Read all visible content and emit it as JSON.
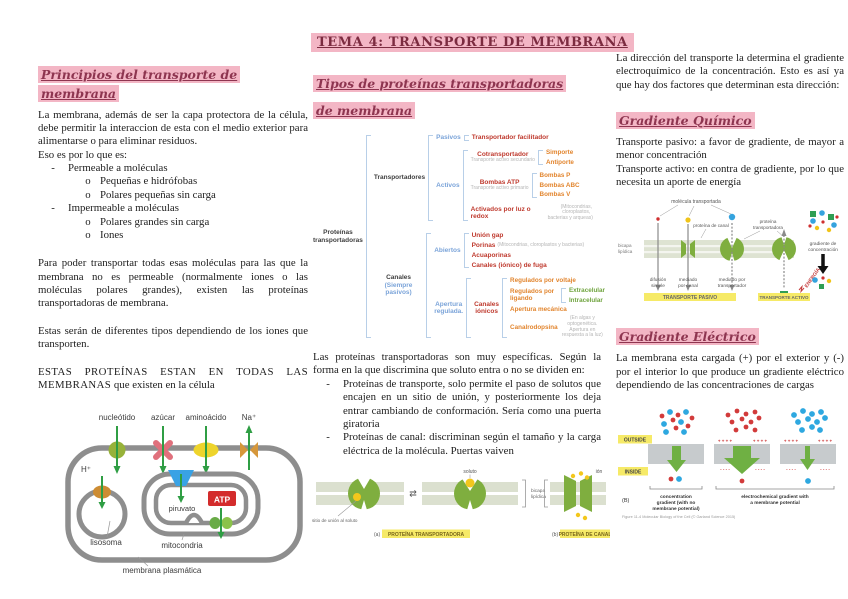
{
  "title": "TEMA 4: TRANSPORTE DE MEMBRANA",
  "left": {
    "heading": "Principios del transporte de membrana",
    "p1": "La membrana, además de ser la capa protectora de la célula, debe permitir la interaccion de esta con el medio exterior para alimentarse o para eliminar residuos.",
    "p1b": "Eso es por lo que es:",
    "b1": "Permeable a moléculas",
    "b1a": "Pequeñas e hidrófobas",
    "b1b": "Polares pequeñas sin carga",
    "b2": "Impermeable a moléculas",
    "b2a": "Polares grandes sin carga",
    "b2b": "Iones",
    "p2": "Para poder transportar todas esas moléculas para las que la membrana no es permeable (normalmente iones o las moléculas polares grandes), existen las proteínas transportadoras de membrana.",
    "p3": "Estas serán de diferentes tipos dependiendo de los iones que transporten.",
    "p4caps": "ESTAS PROTEÍNAS ESTAN EN TODAS LAS MEMBRANAS",
    "p4rest": " que existen en la célula",
    "cell": {
      "nucleotido": "nucleótido",
      "azucar": "azúcar",
      "aminoacido": "aminoácido",
      "na": "Na⁺",
      "h": "H⁺",
      "piruvato": "piruvato",
      "atp": "ATP",
      "lisosoma": "lisosoma",
      "mitocondria": "mitocondria",
      "membrana": "membrana plasmática"
    }
  },
  "middle": {
    "heading": "Tipos de proteínas transportadoras de membrana",
    "tree": {
      "root1": "Proteínas",
      "root2": "transportadoras",
      "transportadores": "Transportadores",
      "pasivos": "Pasivos",
      "facilitador": "Transportador facilitador",
      "activos": "Activos",
      "cotransportador": "Cotransportador",
      "cotrans_note": "Transporte activo secundario",
      "simporte": "Simporte",
      "antiporte": "Antiporte",
      "bombas": "Bombas ATP",
      "bombas_note": "Transporte activo primario",
      "bombas_p": "Bombas P",
      "bombas_abc": "Bombas ABC",
      "bombas_v": "Bombas V",
      "luz": "Activados por luz o redox",
      "luz_note1": "(Mitocondrias, cloroplastos,",
      "luz_note2": "bacterias y arqueas)",
      "canales": "Canales",
      "canales_sub": "(Siempre pasivos)",
      "abiertos": "Abiertos",
      "union_gap": "Unión gap",
      "porinas": "Porinas",
      "porinas_note": "(Mitocondrias, cloroplastos y bacterias)",
      "acuaporinas": "Acuaporinas",
      "fuga": "Canales (iónico) de fuga",
      "regulada1": "Apertura",
      "regulada2": "regulada.",
      "ionicos1": "Canales",
      "ionicos2": "iónicos",
      "voltaje": "Regulados por voltaje",
      "ligando": "Regulados por ligando",
      "extracelular": "Extracelular",
      "intracelular": "Intracelular",
      "mecanica": "Apertura mecánica",
      "canalrodopsina": "Canalrodopsina",
      "canal_note1": "(En algas y optogenética.",
      "canal_note2": "Apertura en respuesta a la luz)"
    },
    "p1": "Las proteínas transportadoras son muy específicas. Según la forma en la que discrimina que soluto entra o no se dividen en:",
    "b1": "Proteínas de transporte, solo permite el paso de solutos que encajen en un sitio de unión, y posteriormente los deja entrar cambiando de conformación. Sería como una puerta giratoria",
    "b2": "Proteínas de canal: discriminan según el tamaño y la carga eléctrica de la molécula. Puertas vaiven",
    "diagram": {
      "soluto": "soluto",
      "ion": "ión",
      "sitio": "sitio de unión al soluto",
      "bicapa1": "bicapa",
      "bicapa2": "lipídica",
      "arrows": "⇄",
      "a": "(a)",
      "prot_transportadora": "PROTEÍNA TRANSPORTADORA",
      "b": "(b)",
      "prot_canal": "PROTEÍNA DE CANAL"
    }
  },
  "right": {
    "p1": "La dirección del transporte la determina el gradiente electroquímico de la concentración. Esto es así ya que hay dos factores que determinan esta dirección:",
    "h1": "Gradiente Químico",
    "p2": "Transporte pasivo: a favor de gradiente, de mayor a menor concentración",
    "p3": "Transporte activo: en contra de gradiente, por lo que necesita un aporte de energía",
    "d1": {
      "molecula": "molécula transportada",
      "canal": "proteína de canal",
      "transportadora1": "proteína",
      "transportadora2": "transportadora",
      "bicapa1": "bicapa",
      "bicapa2": "lipídica",
      "dif1": "difusión",
      "dif2": "simple",
      "med1": "mediado",
      "med2": "por canal",
      "medt1": "mediado por",
      "medt2": "transportador",
      "pasivo": "TRANSPORTE PASIVO",
      "activo": "TRANSPORTE ACTIVO",
      "energia": "ENERGÍA",
      "grad1": "gradiente de",
      "grad2": "concentración"
    },
    "h2": "Gradiente Eléctrico",
    "p4": "La membrana esta cargada (+) por el exterior y (-) por el interior lo que produce un gradiente eléctrico dependiendo de las concentraciones de cargas",
    "d2": {
      "outside": "OUTSIDE",
      "inside": "INSIDE",
      "plus": "+ + + +",
      "minus": "- - - -",
      "cap1a": "concentration",
      "cap1b": "gradient (with no",
      "cap1c": "membrane potential)",
      "cap2a": "electrochemical gradient with",
      "cap2b": "a membrane potential",
      "b_label": "(B)",
      "figure": "Figure 11-4 Molecular Biology of the Cell (© Garland Science 2015)"
    }
  }
}
